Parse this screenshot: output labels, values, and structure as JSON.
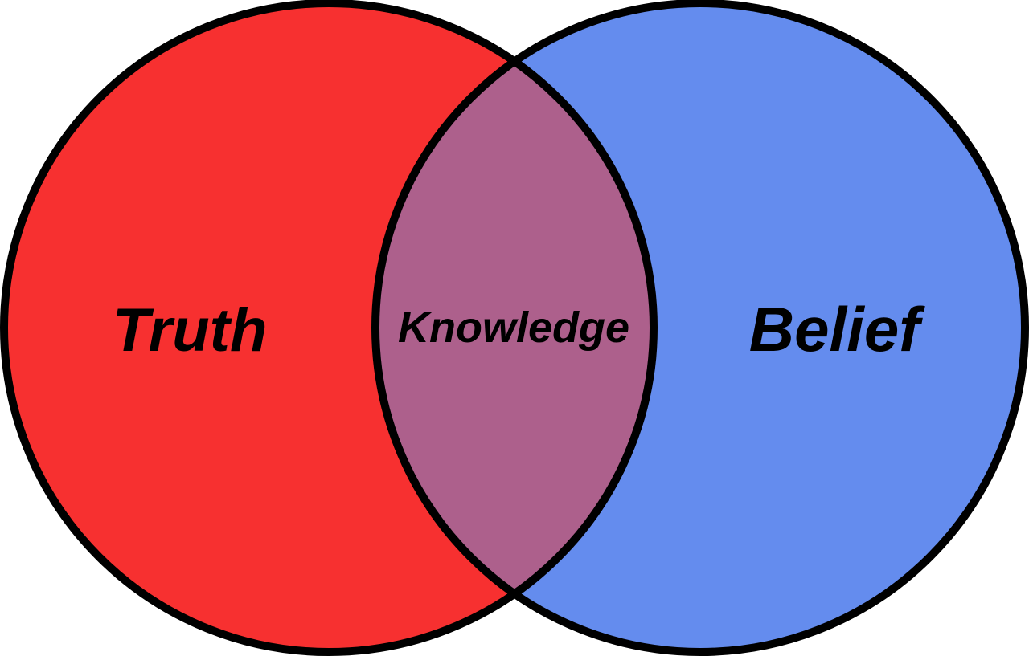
{
  "diagram": {
    "type": "venn",
    "sets": [
      {
        "label": "Truth",
        "color": "#F73030"
      },
      {
        "label": "Belief",
        "color": "#648CEE"
      }
    ],
    "intersection": {
      "label": "Knowledge",
      "color": "#AD608C"
    },
    "outline_color": "#000000"
  }
}
